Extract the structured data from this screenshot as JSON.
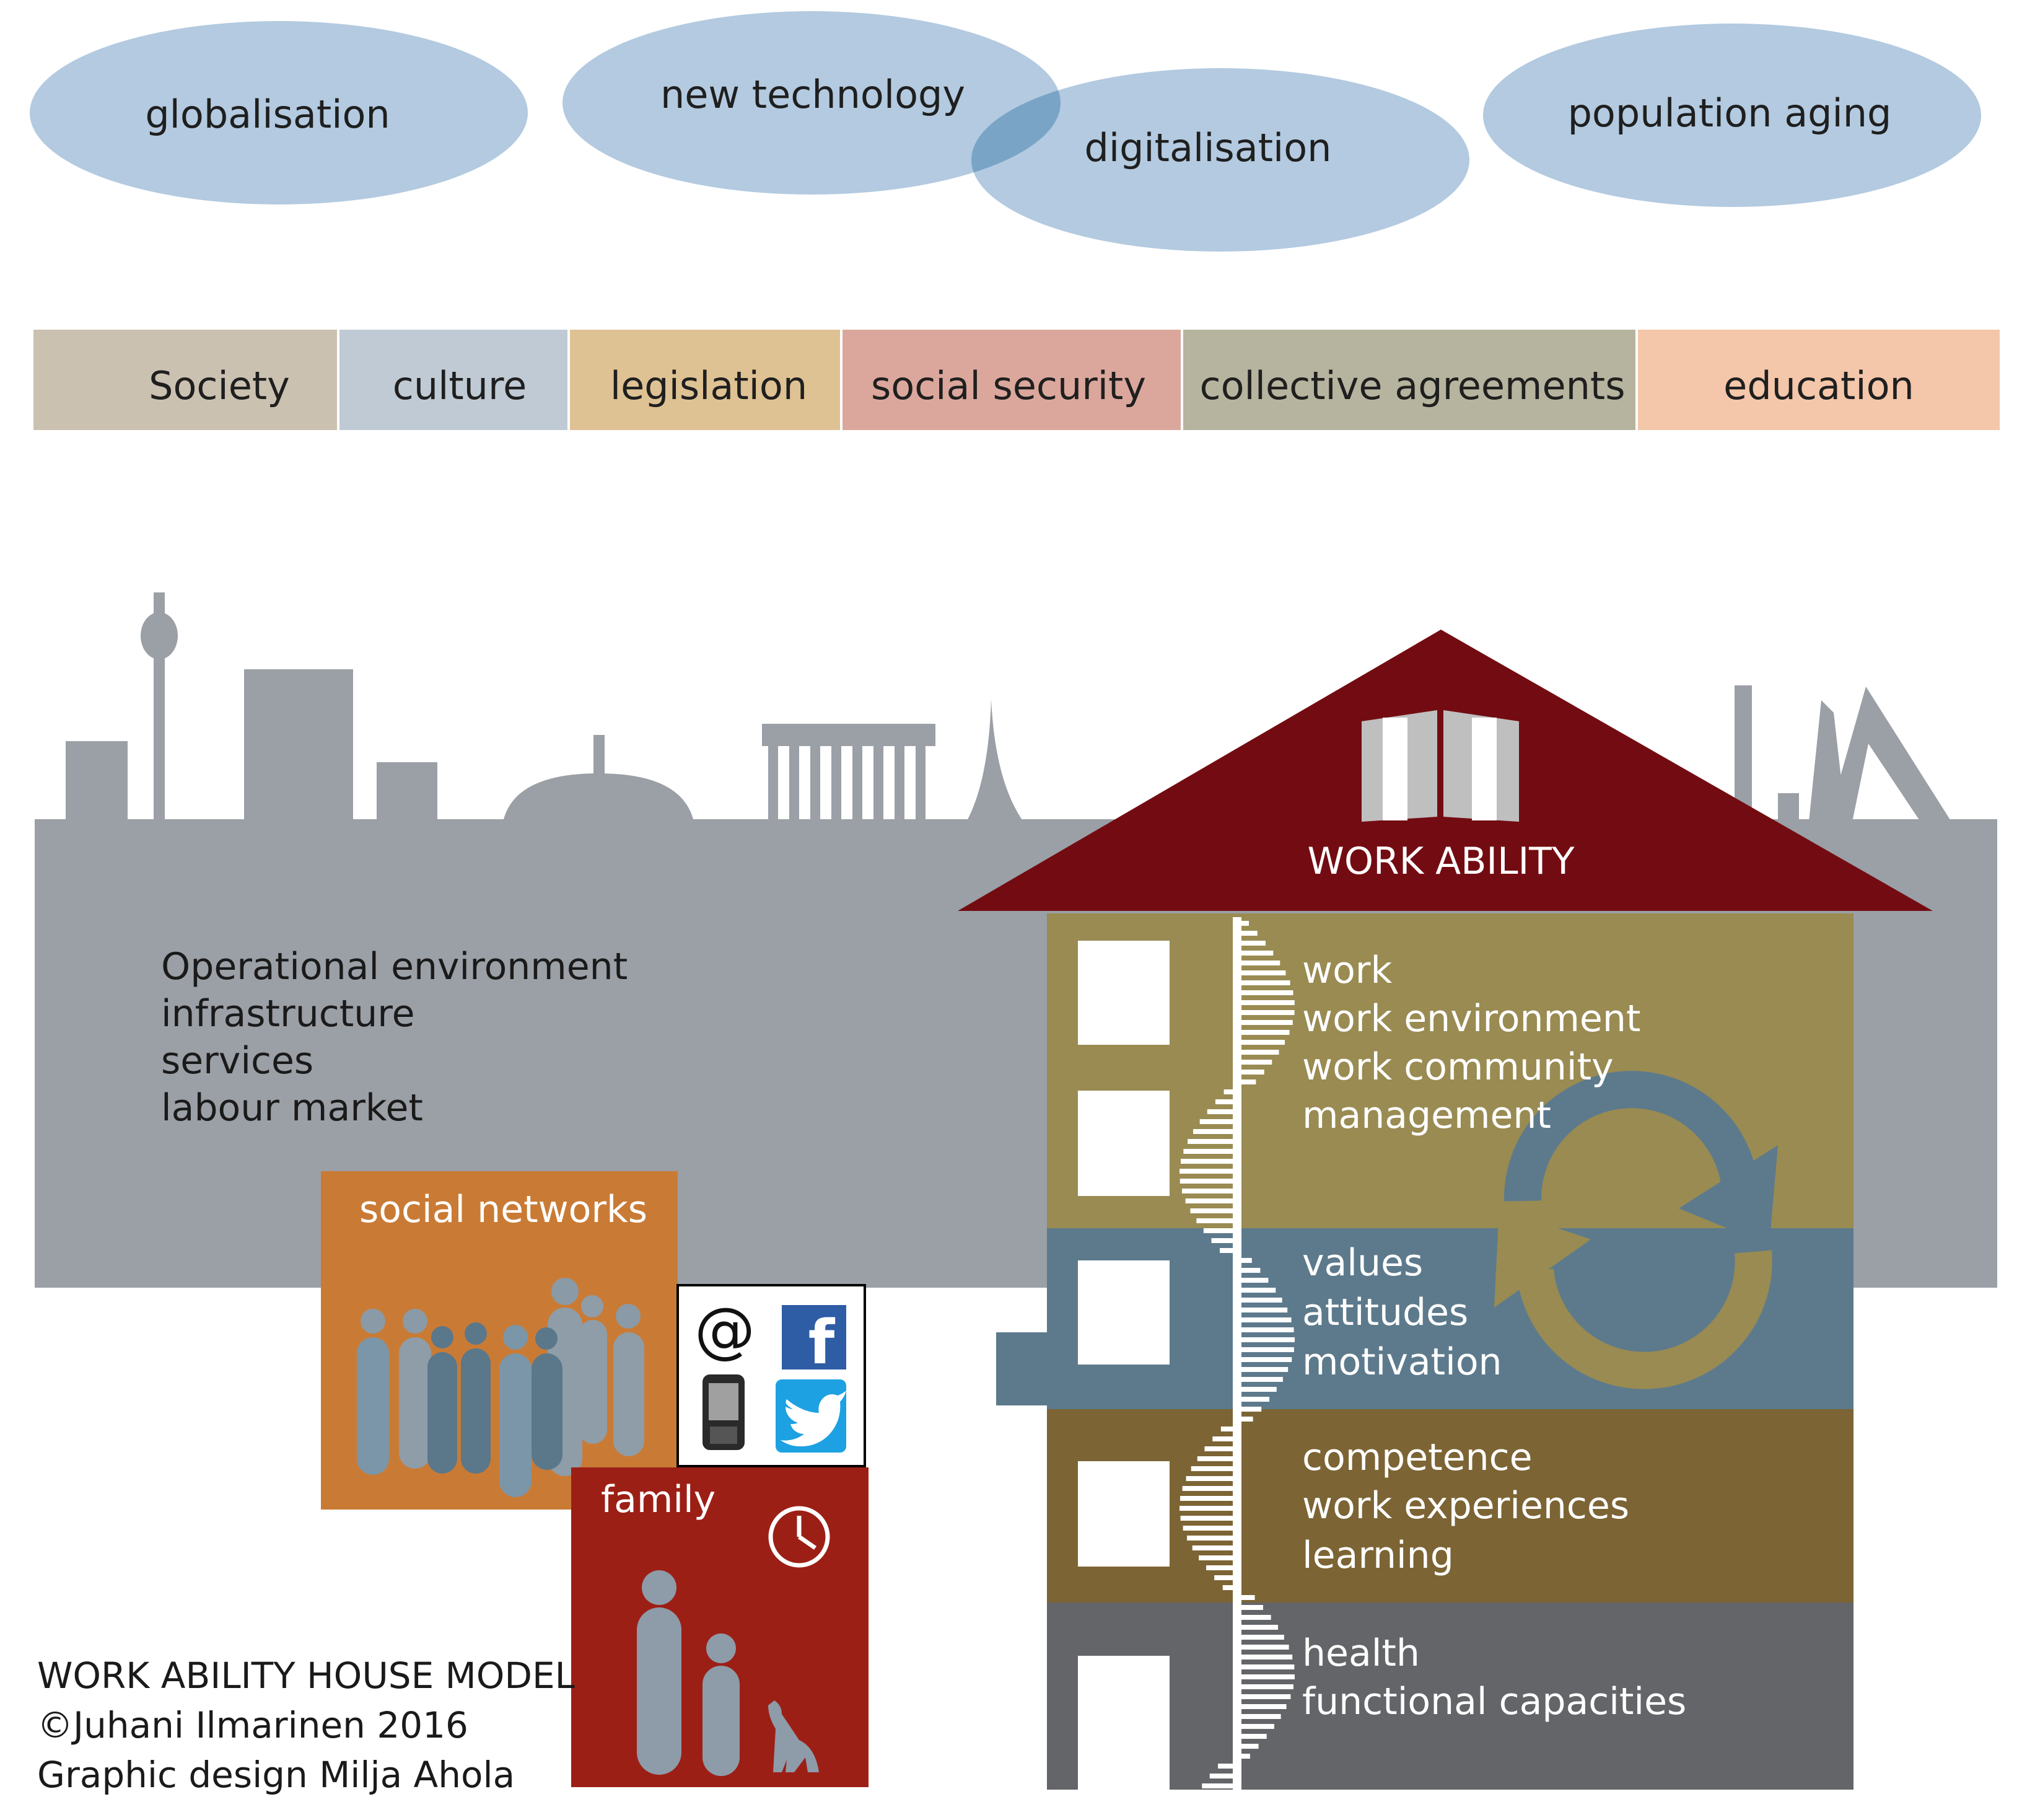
{
  "forces": [
    {
      "label": "globalisation"
    },
    {
      "label": "new technology"
    },
    {
      "label": "digitalisation"
    },
    {
      "label": "population aging"
    }
  ],
  "bands": [
    {
      "label": "Society",
      "color": "#cbc1b1"
    },
    {
      "label": "culture",
      "color": "#bfcad4"
    },
    {
      "label": "legislation",
      "color": "#dfc293"
    },
    {
      "label": "social security",
      "color": "#dba79c"
    },
    {
      "label": "collective agreements",
      "color": "#b6b49e"
    },
    {
      "label": "education",
      "color": "#f4c6aa"
    }
  ],
  "environment": {
    "lines": [
      "Operational environment",
      "infrastructure",
      "services",
      "labour market"
    ],
    "color": "#9b9fa6"
  },
  "social_networks": {
    "title": "social networks",
    "color": "#c97b35"
  },
  "family": {
    "title": "family",
    "color": "#9c1f16"
  },
  "media_icons": [
    "at-sign-icon",
    "facebook-icon",
    "mobile-phone-icon",
    "twitter-icon"
  ],
  "media_text": {
    "at": "@",
    "facebook": "f"
  },
  "house": {
    "title": "WORK ABILITY",
    "roof_color": "#730c12",
    "floors": [
      {
        "lines": [
          "work",
          "work environment",
          "work community",
          "management"
        ],
        "color": "#998b52"
      },
      {
        "lines": [
          "values",
          "attitudes",
          "motivation"
        ],
        "color": "#5d7a8c"
      },
      {
        "lines": [
          "competence",
          "work experiences",
          "learning"
        ],
        "color": "#7c6434"
      },
      {
        "lines": [
          "health",
          "functional capacities"
        ],
        "color": "#636568"
      }
    ]
  },
  "credits": [
    "WORK ABILITY HOUSE MODEL",
    "©Juhani Ilmarinen 2016",
    "Graphic design Milja Ahola"
  ]
}
